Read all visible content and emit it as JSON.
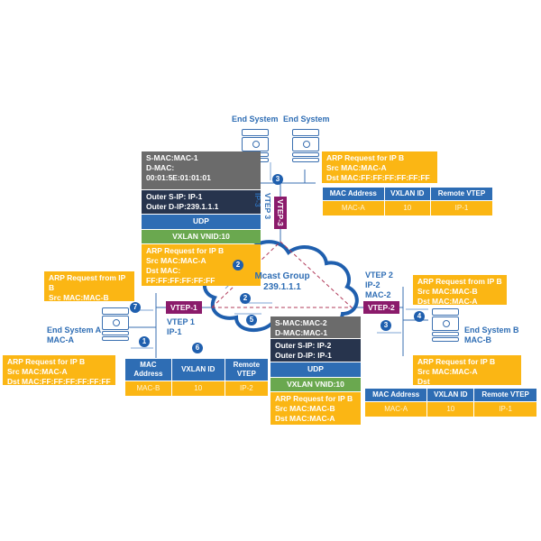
{
  "end_systems_top": {
    "left_label": "End System",
    "right_label": "End System"
  },
  "packet_top": {
    "inner_mac": "S-MAC:MAC-1\nD-MAC:\n00:01:5E:01:01:01",
    "outer_ip": "Outer S-IP: IP-1\nOuter D-IP:239.1.1.1",
    "udp": "UDP",
    "vxlan": "VXLAN VNID:10",
    "arp": "ARP Request for IP B\nSrc MAC:MAC-A\nDst MAC:\nFF:FF:FF:FF:FF:FF"
  },
  "arp_top_right": "ARP Request for IP B\nSrc MAC:MAC-A\nDst MAC:FF:FF:FF:FF:FF:FF",
  "table_top": {
    "headers": [
      "MAC Address",
      "VXLAN ID",
      "Remote VTEP"
    ],
    "row": [
      "MAC-A",
      "10",
      "IP-1"
    ]
  },
  "vtep3": {
    "tag": "VTEP-3",
    "label": "VTEP 3\nIP-3"
  },
  "cloud": {
    "title": "Mcast Group",
    "address": "239.1.1.1"
  },
  "vtep1": {
    "tag": "VTEP-1",
    "label": "VTEP 1\nIP-1"
  },
  "vtep2": {
    "tag": "VTEP-2",
    "label": "VTEP 2\nIP-2\nMAC-2"
  },
  "arp_left_top": "ARP Request from IP B\nSrc MAC:MAC-B\nDst MAC:MAC-A",
  "end_system_a": "End System A\nMAC-A",
  "arp_left_bottom": "ARP Request for IP B\nSrc MAC:MAC-A\nDst MAC:FF:FF:FF:FF:FF:FF",
  "table_left": {
    "headers": [
      "MAC\nAddress",
      "VXLAN ID",
      "Remote\nVTEP"
    ],
    "row": [
      "MAC-B",
      "10",
      "IP-2"
    ]
  },
  "packet_bottom": {
    "inner_mac": "S-MAC:MAC-2\nD-MAC:MAC-1",
    "outer_ip": "Outer S-IP: IP-2\nOuter D-IP: IP-1",
    "udp": "UDP",
    "vxlan": "VXLAN VNID:10",
    "arp": "ARP Request for IP B\nSrc MAC:MAC-B\nDst MAC:MAC-A"
  },
  "arp_right_top": "ARP Request from IP B\nSrc MAC:MAC-B\nDst MAC:MAC-A",
  "end_system_b": "End System B\nMAC-B",
  "arp_right_bottom": "ARP Request for IP B\nSrc MAC:MAC-A\nDst MAC:FF:FF:FF:FF:FF:FF",
  "table_right": {
    "headers": [
      "MAC Address",
      "VXLAN ID",
      "Remote VTEP"
    ],
    "row": [
      "MAC-A",
      "10",
      "IP-1"
    ]
  },
  "steps": {
    "s1": "1",
    "s2a": "2",
    "s2b": "2",
    "s3a": "3",
    "s3b": "3",
    "s4": "4",
    "s5": "5",
    "s6": "6",
    "s7": "7"
  }
}
